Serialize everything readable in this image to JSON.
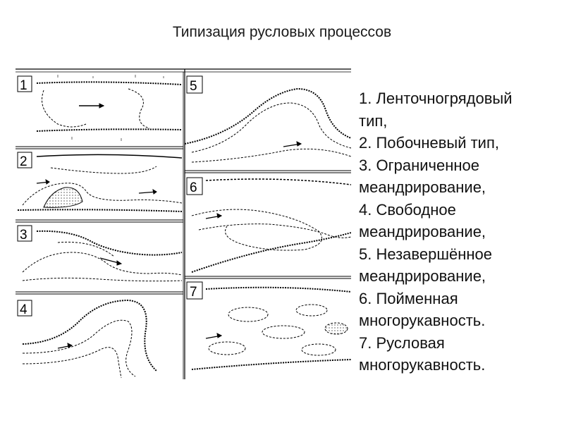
{
  "title": "Типизация русловых процессов",
  "panels": [
    {
      "number": "1"
    },
    {
      "number": "2"
    },
    {
      "number": "3"
    },
    {
      "number": "4"
    },
    {
      "number": "5"
    },
    {
      "number": "6"
    },
    {
      "number": "7"
    }
  ],
  "legend": {
    "lines": [
      "1. Ленточногрядовый",
      "тип,",
      "2.  Побочневый тип,",
      "3. Ограниченное",
      "меандрирование,",
      "4. Свободное",
      "меандрирование,",
      "5. Незавершённое",
      "меандрирование,",
      "6. Пойменная",
      "многорукавность.",
      "7. Русловая",
      "многорукавность."
    ]
  },
  "colors": {
    "ink": "#000000",
    "text": "#111111",
    "background": "#ffffff"
  }
}
